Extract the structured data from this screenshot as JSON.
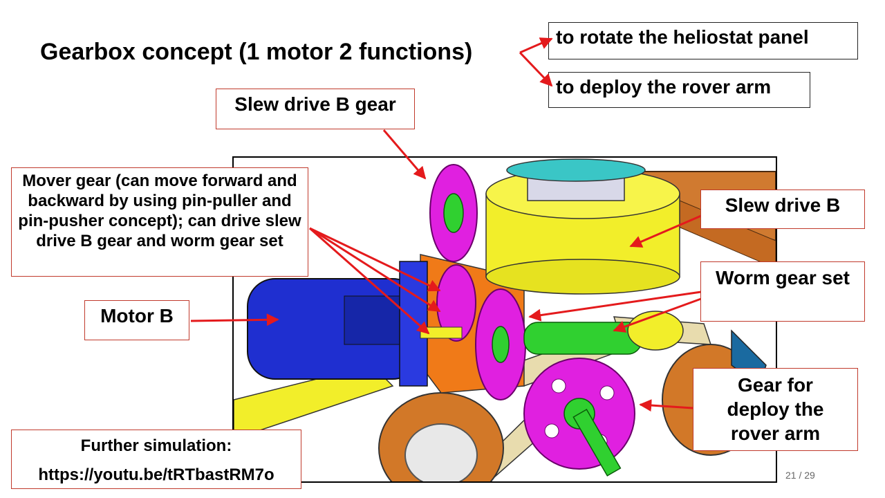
{
  "slide": {
    "title": "Gearbox concept (1 motor 2 functions)",
    "function_1": "to rotate the heliostat panel",
    "function_2": "to deploy the rover arm",
    "labels": {
      "slew_drive_b_gear": "Slew drive B gear",
      "mover_gear": "Mover gear (can move forward and backward by using pin-puller and pin-pusher concept); can drive slew drive B gear and worm gear set",
      "motor_b": "Motor B",
      "slew_drive_b": "Slew drive B",
      "worm_gear_set": "Worm gear set",
      "gear_deploy": "Gear for deploy the rover arm"
    },
    "further": {
      "heading": "Further simulation:",
      "link": "https://youtu.be/tRTbastRM7o"
    },
    "page_number": "21 / 29"
  },
  "colors": {
    "arrow": "#e41a1c",
    "motor": "#1f2fd0",
    "slew_drive": "#f2ee2a",
    "gear": "#e020e0",
    "worm": "#30d030",
    "bracket": "#f07a18",
    "tire": "#d27828",
    "arm": "#e8dcae"
  }
}
